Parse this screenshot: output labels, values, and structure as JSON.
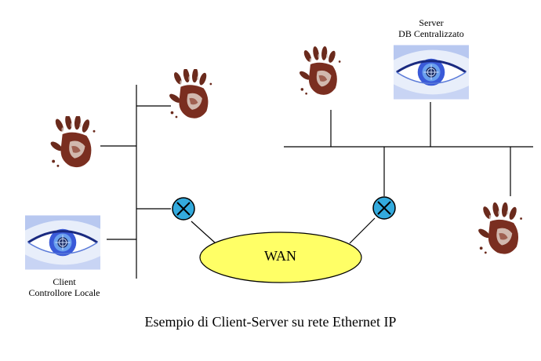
{
  "labels": {
    "server_line1": "Server",
    "server_line2": "DB Centralizzato",
    "client_line1": "Client",
    "client_line2": "Controllore Locale",
    "wan": "WAN",
    "caption": "Esempio di Client-Server su rete Ethernet IP"
  },
  "colors": {
    "line": "#000000",
    "wan_fill": "#ffff66",
    "router_fill": "#33aadd",
    "hand_dark": "#5a2418",
    "hand_mid": "#8a3a2a",
    "hand_light": "#d8c8c0",
    "eye_blue": "#3a5ad8",
    "eye_light": "#cfe0ff"
  },
  "icons": {
    "hand": "hand-print-icon",
    "eye": "eye-icon",
    "router": "router-cross-icon"
  }
}
